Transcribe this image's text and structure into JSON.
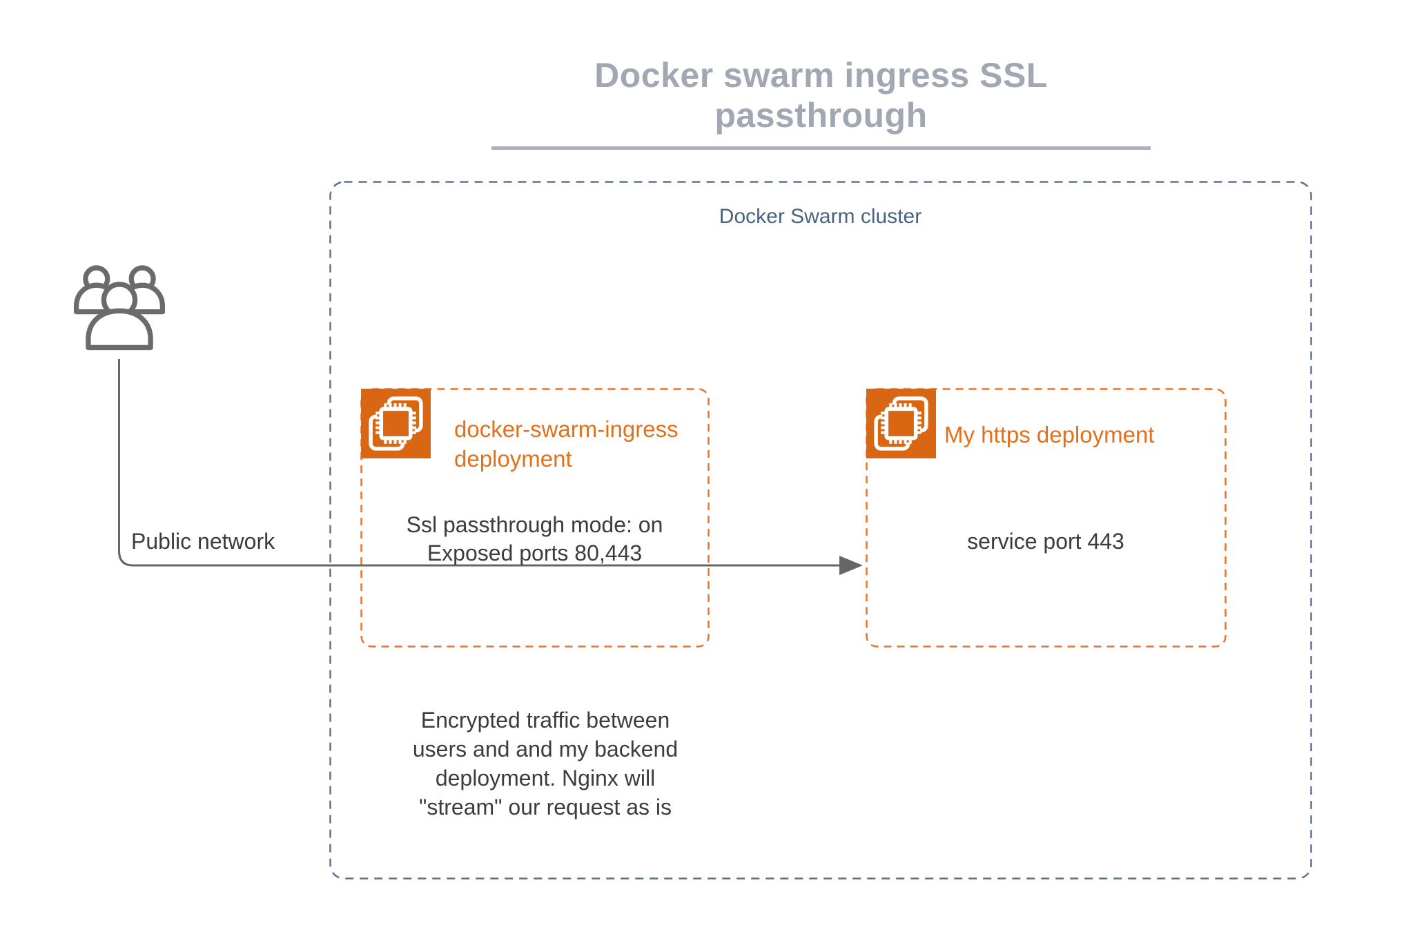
{
  "title": "Docker swarm ingress SSL passthrough",
  "cluster": {
    "label": "Docker Swarm cluster"
  },
  "nodes": {
    "ingress": {
      "label": "docker-swarm-ingress deployment",
      "detail_1": "Ssl passthrough mode: on",
      "detail_2": "Exposed ports 80,443"
    },
    "backend": {
      "label": "My https deployment",
      "detail_1": "service port 443"
    }
  },
  "edge": {
    "label": "Public network"
  },
  "note": {
    "lines": [
      "Encrypted traffic between",
      "users and and my backend",
      "deployment. Nginx will",
      "\"stream\" our request as is"
    ]
  },
  "icons": {
    "users": "users-icon",
    "container": "container-chip-icon"
  },
  "colors": {
    "orange_fill": "#D86613",
    "orange_border": "#E8742B",
    "orange_text": "#E2711D",
    "cluster_border": "#5B7292",
    "cluster_text": "#47637F",
    "title_text": "#A2A7B4",
    "title_underline": "#ABB0BC",
    "body_text": "#3C3C3C",
    "connector": "#666666"
  }
}
